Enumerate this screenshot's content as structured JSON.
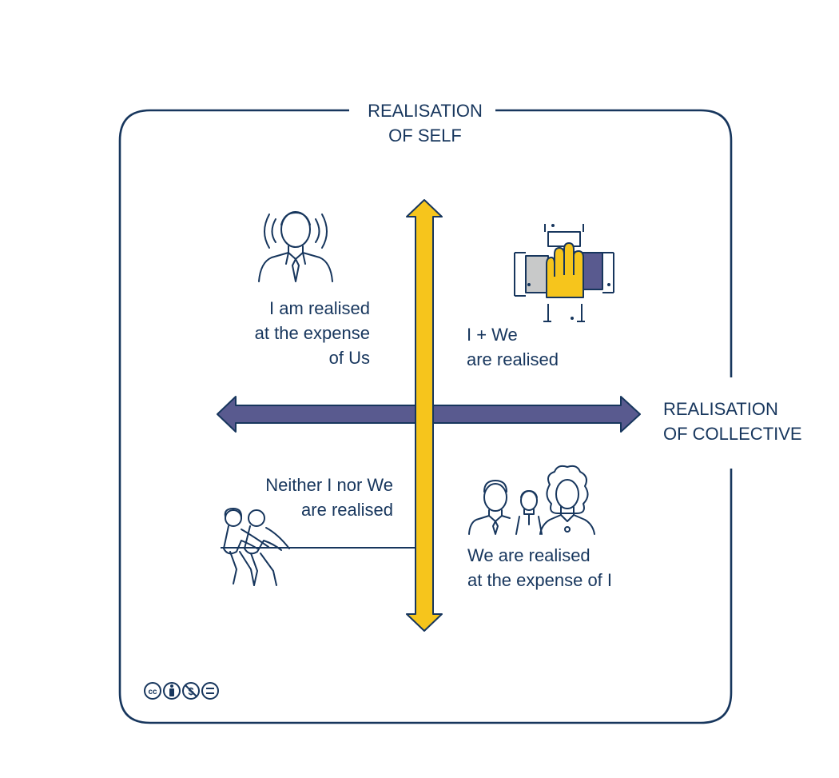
{
  "diagram": {
    "axes": {
      "vertical": {
        "label_lines": [
          "REALISATION",
          "OF SELF"
        ],
        "color": "#f6c51c"
      },
      "horizontal": {
        "label_lines": [
          "REALISATION",
          "OF COLLECTIVE"
        ],
        "color": "#595a8f"
      }
    },
    "quadrants": {
      "top_left": {
        "text_lines": [
          "I am realised",
          "at the expense",
          "of Us"
        ],
        "icon": "person-icon"
      },
      "top_right": {
        "text_lines": [
          "I + We",
          "are realised"
        ],
        "icon": "stacked-hands-icon"
      },
      "bottom_left": {
        "text_lines": [
          "Neither I nor We",
          "are realised"
        ],
        "icon": "tug-of-war-icon"
      },
      "bottom_right": {
        "text_lines": [
          "We are realised",
          "at the expense of I"
        ],
        "icon": "group-of-people-icon"
      }
    },
    "license": {
      "badges": [
        "cc-icon",
        "by-icon",
        "nc-icon",
        "nd-icon"
      ]
    },
    "colors": {
      "frame": "#17365d",
      "text": "#17365d",
      "yellow": "#f6c51c",
      "purple": "#595a8f",
      "gray": "#c8c9c9"
    }
  }
}
